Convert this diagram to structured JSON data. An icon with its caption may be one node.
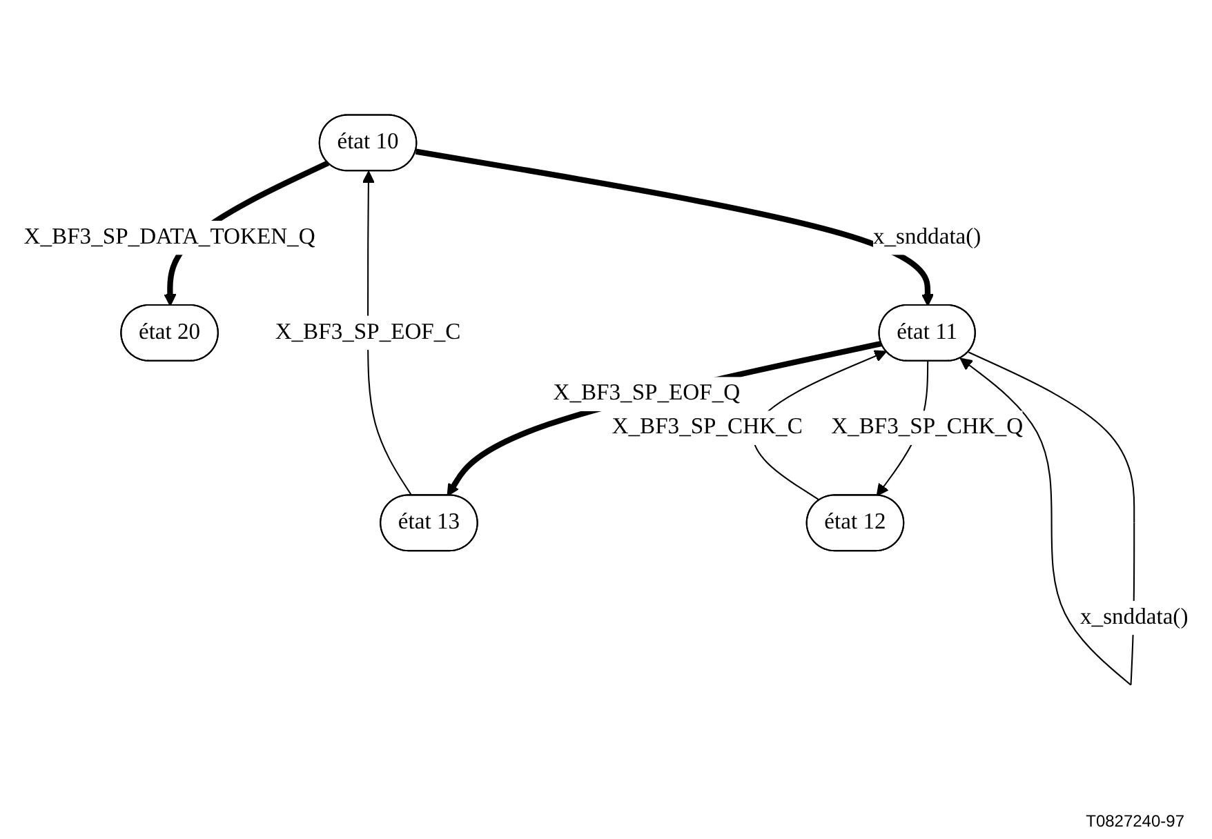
{
  "diagram": {
    "nodes": [
      {
        "text": [
          "état 10"
        ]
      },
      {
        "text": [
          "état 20"
        ]
      },
      {
        "text": [
          "état 11"
        ]
      },
      {
        "text": [
          "état 13"
        ]
      },
      {
        "text": [
          "état 12"
        ]
      }
    ],
    "edges": [
      {
        "from": 0,
        "to": 1,
        "arrow": "to",
        "label": "X_BF3_SP_DATA_TOKEN_Q",
        "style": "thick"
      },
      {
        "from": 0,
        "to": 2,
        "arrow": "to",
        "label": "x_snddata()",
        "style": "thick"
      },
      {
        "from": 2,
        "to": 2,
        "arrow": "to",
        "label": "x_snddata()"
      },
      {
        "from": 2,
        "to": 3,
        "arrow": "to",
        "label": "X_BF3_SP_EOF_Q",
        "style": "thick"
      },
      {
        "from": 3,
        "to": 0,
        "arrow": "to",
        "label": "X_BF3_SP_EOF_C"
      },
      {
        "from": 2,
        "to": 4,
        "arrow": "to",
        "label": "X_BF3_SP_CHK_Q"
      },
      {
        "from": 4,
        "to": 2,
        "arrow": "to",
        "label": "X_BF3_SP_CHK_C"
      }
    ],
    "labels": [
      "T0827240-97"
    ]
  }
}
